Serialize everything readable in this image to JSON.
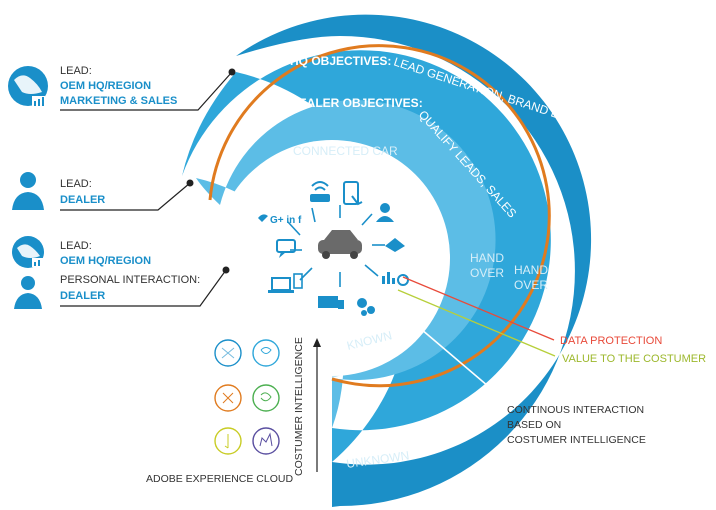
{
  "leads": [
    {
      "label": "LEAD:",
      "lines": [
        "OEM HQ/REGION",
        "MARKETING & SALES"
      ]
    },
    {
      "label": "LEAD:",
      "lines": [
        "DEALER"
      ]
    },
    {
      "label": "LEAD:",
      "lines": [
        "OEM HQ/REGION"
      ],
      "extra_label": "PERSONAL INTERACTION:",
      "extra_lines": [
        "DEALER"
      ]
    }
  ],
  "rings": {
    "hq_title": "HQ OBJECTIVES:",
    "hq_text": "LEAD GENERATION, BRAND BUILDING",
    "dealer_title": "DEALER OBJECTIVES:",
    "dealer_text": "QUALIFY LEADS, SALES",
    "connected_car": "CONNECTED CAR",
    "hand_over_inner": [
      "HAND",
      "OVER"
    ],
    "hand_over_outer": [
      "HAND",
      "OVER"
    ],
    "known": "KNOWN",
    "unknown": "UNKNOWN"
  },
  "social_text": "G+ in f",
  "legend": {
    "data_protection": "DATA PROTECTION",
    "value_to_customer": "VALUE TO THE COSTUMER",
    "continuous": [
      "CONTINOUS INTERACTION",
      "BASED ON",
      "COSTUMER INTELLIGENCE"
    ]
  },
  "axis_label": "COSTUMER INTELLIGENCE",
  "adobe_label": "ADOBE EXPERIENCE CLOUD",
  "colors": {
    "ring_outer": "#1b8fc7",
    "ring_mid": "#2fa7da",
    "ring_inner": "#5cbde6",
    "accent_blue": "#1a8fc9",
    "data_protection": "#e84a3a",
    "value_customer": "#b7cf3a",
    "orange_arc": "#e07b1f"
  }
}
